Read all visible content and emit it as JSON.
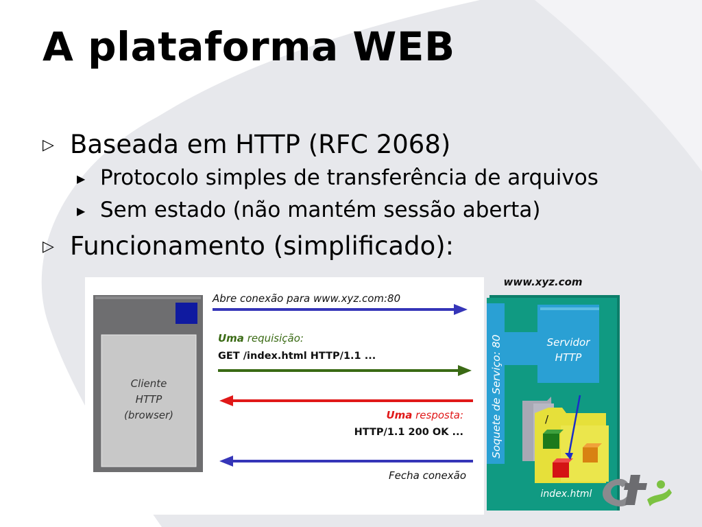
{
  "slide": {
    "title": "A plataforma WEB",
    "bullets": [
      {
        "text": "Baseada em HTTP (RFC 2068)",
        "sub": [
          "Protocolo simples de transferência de arquivos",
          "Sem estado (não mantém sessão aberta)"
        ]
      },
      {
        "text": "Funcionamento (simplificado):",
        "sub": []
      }
    ]
  },
  "diagram": {
    "client_label": [
      "Cliente",
      "HTTP",
      "(browser)"
    ],
    "server_host": "www.xyz.com",
    "socket_label": "Soquete de Serviço: 80",
    "server_label": [
      "Servidor",
      "HTTP"
    ],
    "root_dir": "/",
    "file_name": "index.html",
    "messages": {
      "open": "Abre conexão para www.xyz.com:80",
      "request_prefix": "Uma",
      "request_label": " requisição:",
      "request_line": "GET /index.html HTTP/1.1 ...",
      "response_prefix": "Uma",
      "response_label": " resposta:",
      "response_line": "HTTP/1.1 200 OK ...",
      "close": "Fecha conexão"
    },
    "colors": {
      "open_arrow": "#3535b8",
      "request_arrow": "#3a6a14",
      "response_arrow": "#e01818",
      "close_arrow": "#3535b8",
      "server_box": "#109a82",
      "socket_bar": "#2aa0d4",
      "folder": "#e6e03a"
    }
  }
}
